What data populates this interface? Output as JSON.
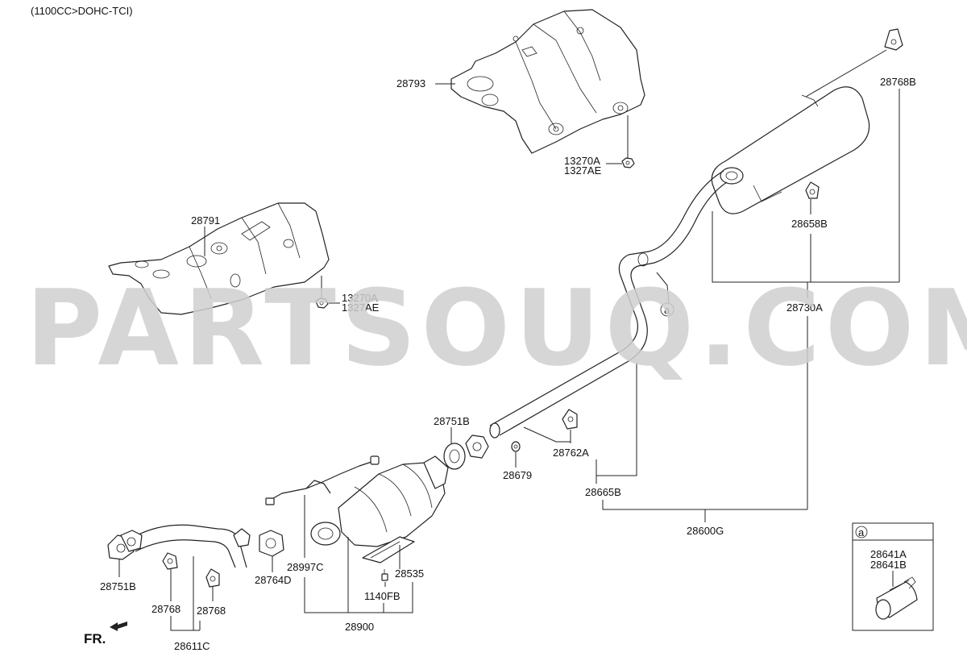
{
  "diagram": {
    "engine_note": "(1100CC>DOHC-TCI)",
    "watermark": "PARTSOUQ.COM",
    "front_indicator": "FR.",
    "callout_letter": "a",
    "labels": {
      "p28793": "28793",
      "p13270A_top": "13270A",
      "p1327AE_top": "1327AE",
      "p28768B": "28768B",
      "p28791": "28791",
      "p13270A_mid": "13270A",
      "p1327AE_mid": "1327AE",
      "p28658B": "28658B",
      "p28730A": "28730A",
      "p28751B_mid": "28751B",
      "p28679": "28679",
      "p28762A": "28762A",
      "p28665B": "28665B",
      "p28600G": "28600G",
      "p28997C": "28997C",
      "p28764D": "28764D",
      "p28535": "28535",
      "p1140FB": "1140FB",
      "p28900": "28900",
      "p28751B_left": "28751B",
      "p28768_a": "28768",
      "p28768_b": "28768",
      "p28611C": "28611C"
    },
    "inset": {
      "callout_letter": "a",
      "label_1": "28641A",
      "label_2": "28641B"
    }
  }
}
